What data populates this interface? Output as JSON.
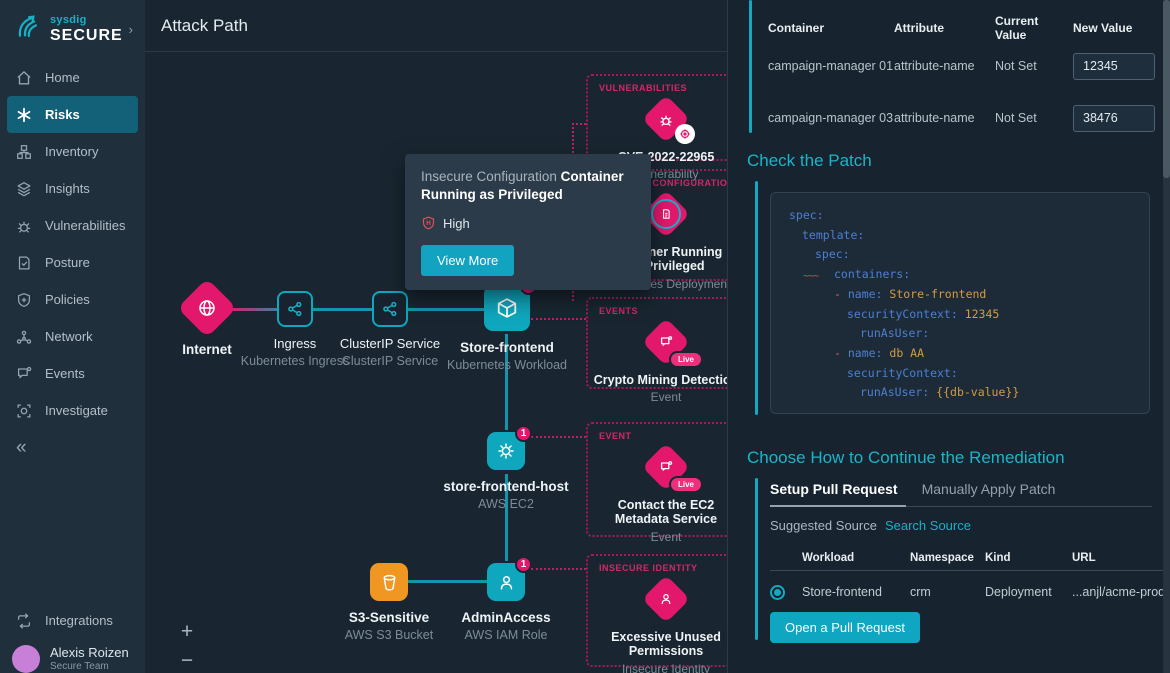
{
  "colors": {
    "accent": "#16b1c7",
    "pink": "#e3186d",
    "orange": "#ef9722",
    "severity_red": "#e05252"
  },
  "sidebar": {
    "logo": {
      "brand_top": "sysdig",
      "brand_bottom": "SECURE",
      "chevron": "›"
    },
    "items": [
      {
        "label": "Home"
      },
      {
        "label": "Risks"
      },
      {
        "label": "Inventory"
      },
      {
        "label": "Insights"
      },
      {
        "label": "Vulnerabilities"
      },
      {
        "label": "Posture"
      },
      {
        "label": "Policies"
      },
      {
        "label": "Network"
      },
      {
        "label": "Events"
      },
      {
        "label": "Investigate"
      }
    ],
    "collapse": "«",
    "integrations_label": "Integrations",
    "user": {
      "name": "Alexis Roizen",
      "team": "Secure Team"
    }
  },
  "header": {
    "title": "Attack Path"
  },
  "canvas": {
    "zoom_in": "+",
    "zoom_out": "−",
    "nodes": [
      {
        "label": "Internet",
        "sublabel": ""
      },
      {
        "label": "Ingress",
        "sublabel": "Kubernetes Ingress"
      },
      {
        "label": "ClusterIP Service",
        "sublabel": "ClusterIP Service"
      },
      {
        "label": "Store-frontend",
        "sublabel": "Kubernetes Workload",
        "badge": "4"
      },
      {
        "label": "store-frontend-host",
        "sublabel": "AWS EC2",
        "badge": "1"
      },
      {
        "label": "S3-Sensitive",
        "sublabel": "AWS S3 Bucket"
      },
      {
        "label": "AdminAccess",
        "sublabel": "AWS IAM Role",
        "badge": "1"
      }
    ],
    "findings": [
      {
        "category": "VULNERABILITIES",
        "title": "CVE-2022-22965",
        "sublabel": "Vulnerability"
      },
      {
        "category": "INSECURE CONFIGURATION",
        "title": "Container Running as Privileged",
        "sublabel": "Kubernetes Deployment"
      },
      {
        "category": "EVENTS",
        "title": "Crypto Mining Detection",
        "sublabel": "Event",
        "live": "Live"
      },
      {
        "category": "EVENT",
        "title": "Contact the EC2 Metadata Service",
        "sublabel": "Event",
        "live": "Live"
      },
      {
        "category": "INSECURE IDENTITY",
        "title": "Excessive Unused Permissions",
        "sublabel": "Insecure Identity"
      }
    ],
    "tooltip": {
      "category": "Insecure Configuration ",
      "title": "Container Running as Privileged",
      "severity": "High",
      "action": "View More"
    }
  },
  "panel": {
    "attribute_table": {
      "headers": [
        "Container",
        "Attribute",
        "Current Value",
        "New Value"
      ],
      "rows": [
        {
          "container": "campaign-manager 01",
          "attribute": "attribute-name",
          "current": "Not Set",
          "new_value": "12345"
        },
        {
          "container": "campaign-manager 03",
          "attribute": "attribute-name",
          "current": "Not Set",
          "new_value": "38476"
        }
      ]
    },
    "patch": {
      "heading": "Check the Patch",
      "code": [
        {
          "k": "spec:",
          "v": ""
        },
        {
          "k": "template:",
          "v": ""
        },
        {
          "k": "spec:",
          "v": ""
        },
        {
          "k": "containers:",
          "v": ""
        },
        {
          "d": "- ",
          "k": "name:",
          "v": " Store-frontend"
        },
        {
          "k": "securityContext:",
          "v": " 12345"
        },
        {
          "k": "runAsUser:",
          "v": ""
        },
        {
          "d": "- ",
          "k": "name:",
          "v": " db AA"
        },
        {
          "k": "securityContext:",
          "v": ""
        },
        {
          "k": "runAsUser:",
          "v": " {{db-value}}"
        }
      ]
    },
    "remediation": {
      "heading": "Choose How to Continue the Remediation",
      "tabs": [
        {
          "label": "Setup Pull Request"
        },
        {
          "label": "Manually Apply Patch"
        }
      ],
      "suggested_source_label": "Suggested Source",
      "search_source_link": "Search Source",
      "table": {
        "headers": [
          "Workload",
          "Namespace",
          "Kind",
          "URL"
        ],
        "rows": [
          {
            "workload": "Store-frontend",
            "namespace": "crm",
            "kind": "Deployment",
            "url": "...anjl/acme-prod/blob"
          }
        ]
      },
      "button": "Open a Pull Request"
    }
  }
}
